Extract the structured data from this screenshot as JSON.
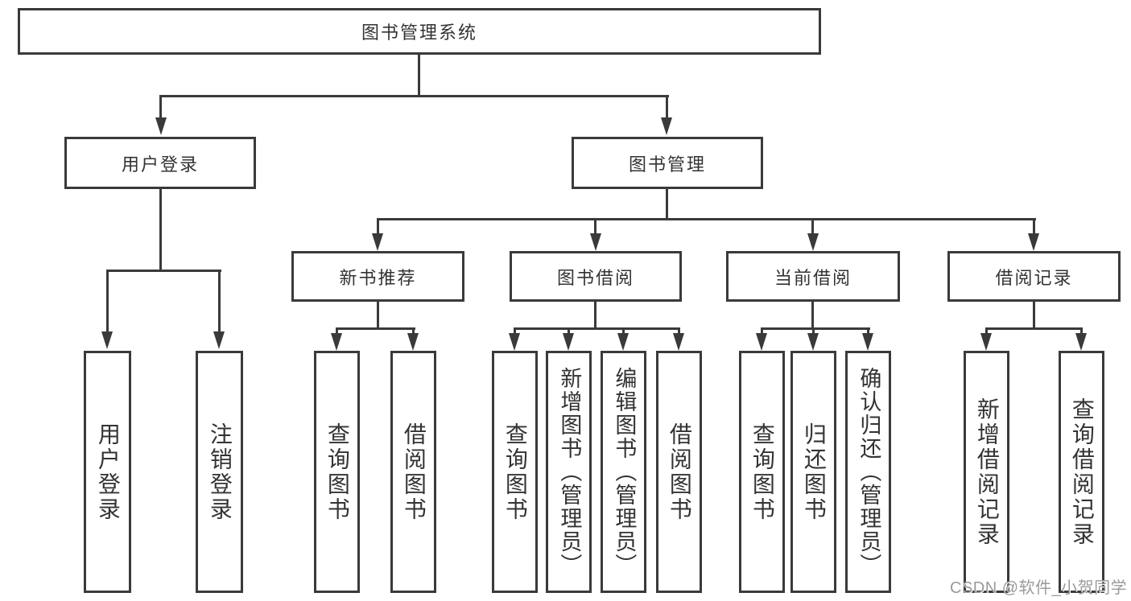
{
  "colors": {
    "line": "#3a3a3a",
    "text": "#333333",
    "background": "#ffffff",
    "watermark": "#9a9a9a"
  },
  "tree": {
    "root": {
      "label": "图书管理系统"
    },
    "branches": [
      {
        "label": "用户登录",
        "children": [
          {
            "label": "用户登录"
          },
          {
            "label": "注销登录"
          }
        ]
      },
      {
        "label": "图书管理",
        "children": [
          {
            "label": "新书推荐",
            "children": [
              {
                "label": "查询图书"
              },
              {
                "label": "借阅图书"
              }
            ]
          },
          {
            "label": "图书借阅",
            "children": [
              {
                "label": "查询图书"
              },
              {
                "label": "新增图书（管理员）"
              },
              {
                "label": "编辑图书（管理员）"
              },
              {
                "label": "借阅图书"
              }
            ]
          },
          {
            "label": "当前借阅",
            "children": [
              {
                "label": "查询图书"
              },
              {
                "label": "归还图书"
              },
              {
                "label": "确认归还（管理员）"
              }
            ]
          },
          {
            "label": "借阅记录",
            "children": [
              {
                "label": "新增借阅记录"
              },
              {
                "label": "查询借阅记录"
              }
            ]
          }
        ]
      }
    ]
  },
  "watermark": {
    "text": "CSDN @软件_小贺同学"
  }
}
